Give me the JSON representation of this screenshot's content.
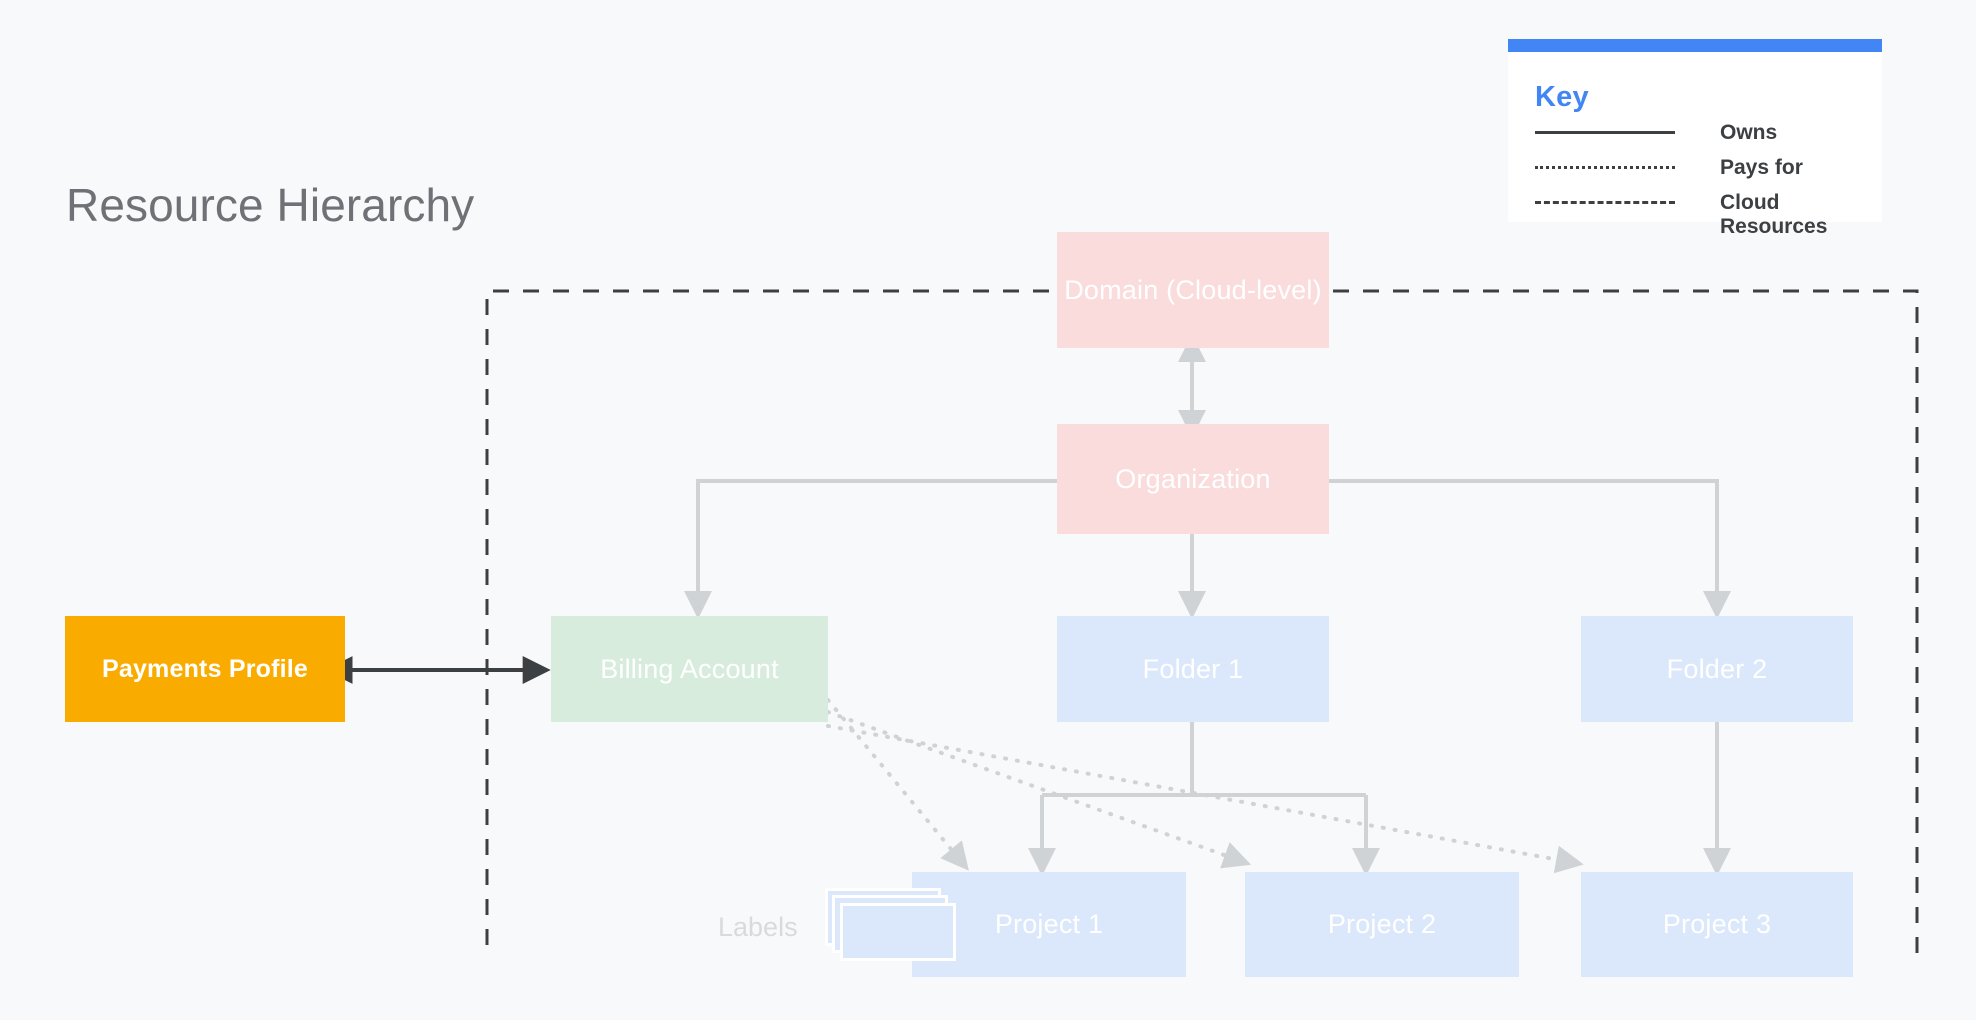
{
  "page": {
    "title": "Resource Hierarchy",
    "background_color": "#f8f9fa"
  },
  "key": {
    "title": "Key",
    "accent_color": "#4285f4",
    "items": [
      {
        "label": "Owns",
        "line_style": "solid"
      },
      {
        "label": "Pays for",
        "line_style": "dotted"
      },
      {
        "label": "Cloud Resources",
        "line_style": "dashed"
      }
    ]
  },
  "nodes": {
    "domain": {
      "label": "Domain (Cloud-level)",
      "color": "#fadcdc"
    },
    "organization": {
      "label": "Organization",
      "color": "#fadcdc"
    },
    "billing_account": {
      "label": "Billing Account",
      "color": "#d7ecdc"
    },
    "payments_profile": {
      "label": "Payments Profile",
      "color": "#f9ab00"
    },
    "folder_1": {
      "label": "Folder 1",
      "color": "#dbe7fb"
    },
    "folder_2": {
      "label": "Folder 2",
      "color": "#dbe7fb"
    },
    "project_1": {
      "label": "Project 1",
      "color": "#dbe7fb"
    },
    "project_2": {
      "label": "Project 2",
      "color": "#dbe7fb"
    },
    "project_3": {
      "label": "Project 3",
      "color": "#dbe7fb"
    },
    "labels": {
      "label": "Labels",
      "color": "#d8dadd"
    }
  },
  "boundary": {
    "name": "cloud-resources-boundary",
    "line_style": "dashed",
    "color": "#3c4043"
  }
}
